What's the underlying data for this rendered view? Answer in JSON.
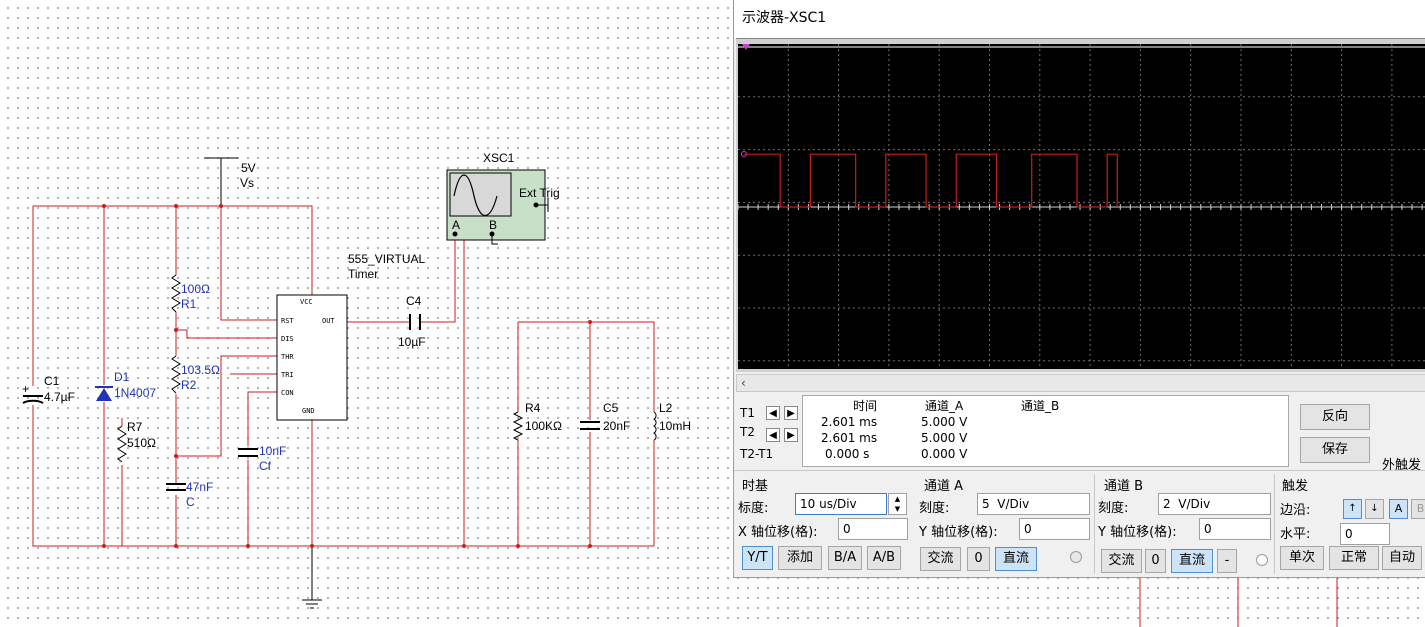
{
  "schematic": {
    "supply_voltage": "5V",
    "supply_name": "Vs",
    "scope_name": "XSC1",
    "scope_ext_trig": "Ext Trig",
    "scope_pin_a": "A",
    "scope_pin_b": "B",
    "timer_line1": "555_VIRTUAL",
    "timer_line2": "Timer",
    "timer_pins": {
      "vcc": "VCC",
      "rst": "RST",
      "out": "OUT",
      "dis": "DIS",
      "thr": "THR",
      "tri": "TRI",
      "con": "CON",
      "gnd": "GND"
    },
    "c4_name": "C4",
    "c4_value": "10µF",
    "c1_name": "C1",
    "c1_value": "4.7µF",
    "c1_plus": "+",
    "d1_name": "D1",
    "d1_value": "1N4007",
    "r1_value": "100Ω",
    "r1_name": "R1",
    "r2_value": "103.5Ω",
    "r2_name": "R2",
    "r7_name": "R7",
    "r7_value": "510Ω",
    "c_value": "47nF",
    "c_name": "C",
    "cf_value": "10nF",
    "cf_name": "Cf",
    "r4_name": "R4",
    "r4_value": "100KΩ",
    "c5_name": "C5",
    "c5_value": "20nF",
    "l2_name": "L2",
    "l2_value": "10mH"
  },
  "scope": {
    "window_title": "示波器-XSC1",
    "colors": {
      "background": "#000000",
      "grid": "#6e6e6e",
      "trace": "#c81e1e",
      "wire": "#c81e1e",
      "blue_label": "#2233bb"
    },
    "waveform": {
      "high_v": 5,
      "low_v": 0,
      "volts_per_div": 5,
      "us_per_div": 10,
      "high_intervals_div": [
        [
          0,
          0.72
        ],
        [
          1.32,
          2.22
        ],
        [
          2.82,
          3.62
        ],
        [
          4.22,
          5.02
        ],
        [
          5.72,
          6.62
        ],
        [
          7.22,
          7.42
        ]
      ]
    },
    "cursor_labels": [
      "T1",
      "T2",
      "T2-T1"
    ],
    "readout_headers": [
      "时间",
      "通道_A",
      "通道_B"
    ],
    "readout_rows": [
      {
        "time": "2.601 ms",
        "a": "5.000 V",
        "b": ""
      },
      {
        "time": "2.601 ms",
        "a": "5.000 V",
        "b": ""
      },
      {
        "time": "0.000 s",
        "a": "0.000 V",
        "b": ""
      }
    ],
    "reverse_label": "反向",
    "save_label": "保存",
    "ext_trigger_label": "外触发",
    "timebase": {
      "title": "时基",
      "scale_label": "标度:",
      "scale_value": "10 us/Div",
      "xpos_label": "X 轴位移(格):",
      "xpos_value": "0",
      "buttons": [
        "Y/T",
        "添加",
        "B/A",
        "A/B"
      ]
    },
    "channel_a": {
      "title": "通道 A",
      "scale_label": "刻度:",
      "scale_value": "5  V/Div",
      "ypos_label": "Y 轴位移(格):",
      "ypos_value": "0",
      "buttons": [
        "交流",
        "0",
        "直流"
      ]
    },
    "channel_b": {
      "title": "通道 B",
      "scale_label": "刻度:",
      "scale_value": "2  V/Div",
      "ypos_label": "Y 轴位移(格):",
      "ypos_value": "0",
      "buttons": [
        "交流",
        "0",
        "直流",
        "-"
      ]
    },
    "trigger": {
      "title": "触发",
      "edge_label": "边沿:",
      "edge_buttons": [
        "↑",
        "↓",
        "A",
        "B"
      ],
      "level_label": "水平:",
      "level_value": "0",
      "mode_buttons": [
        "单次",
        "正常",
        "自动"
      ]
    }
  }
}
